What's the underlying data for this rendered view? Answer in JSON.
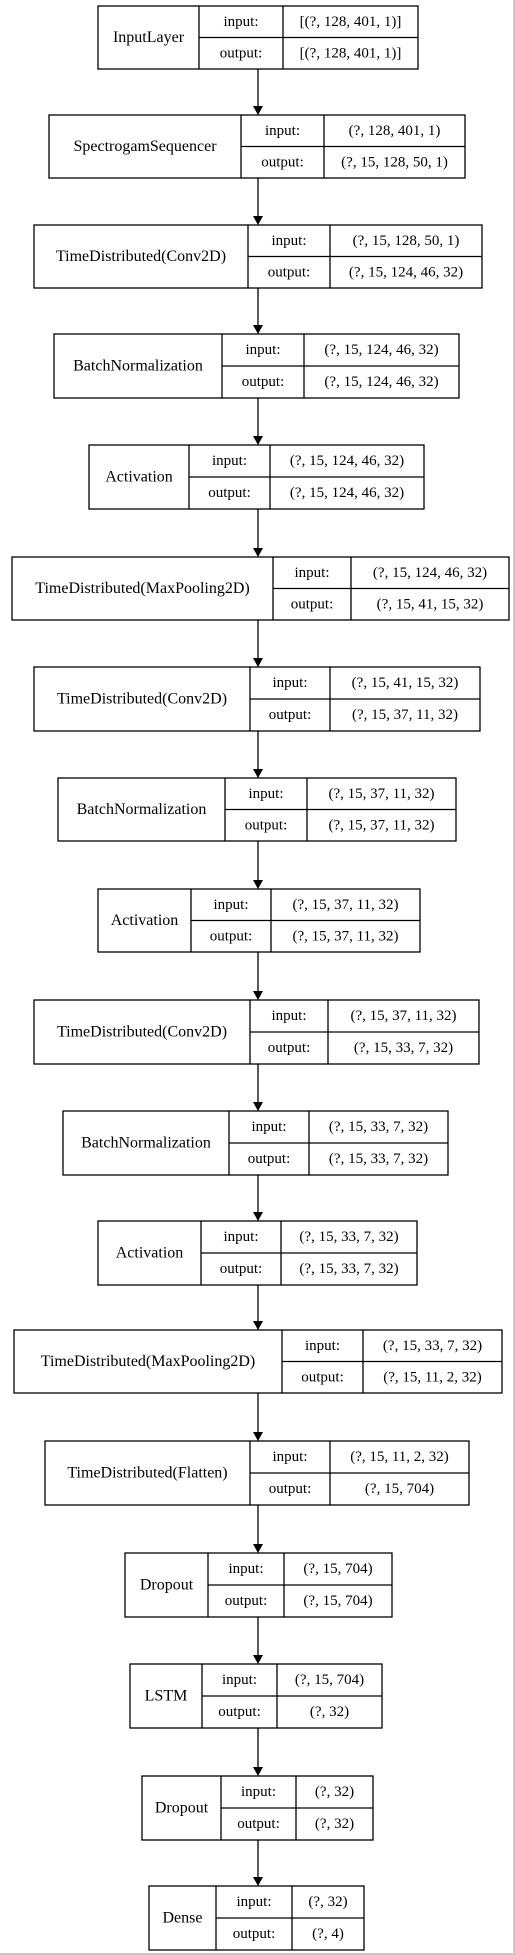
{
  "io_labels": {
    "input": "input:",
    "output": "output:"
  },
  "layers": [
    {
      "name": "InputLayer",
      "input": "[(?, 128, 401, 1)]",
      "output": "[(?, 128, 401, 1)]"
    },
    {
      "name": "SpectrogamSequencer",
      "input": "(?, 128, 401, 1)",
      "output": "(?, 15, 128, 50, 1)"
    },
    {
      "name": "TimeDistributed(Conv2D)",
      "input": "(?, 15, 128, 50, 1)",
      "output": "(?, 15, 124, 46, 32)"
    },
    {
      "name": "BatchNormalization",
      "input": "(?, 15, 124, 46, 32)",
      "output": "(?, 15, 124, 46, 32)"
    },
    {
      "name": "Activation",
      "input": "(?, 15, 124, 46, 32)",
      "output": "(?, 15, 124, 46, 32)"
    },
    {
      "name": "TimeDistributed(MaxPooling2D)",
      "input": "(?, 15, 124, 46, 32)",
      "output": "(?, 15, 41, 15, 32)"
    },
    {
      "name": "TimeDistributed(Conv2D)",
      "input": "(?, 15, 41, 15, 32)",
      "output": "(?, 15, 37, 11, 32)"
    },
    {
      "name": "BatchNormalization",
      "input": "(?, 15, 37, 11, 32)",
      "output": "(?, 15, 37, 11, 32)"
    },
    {
      "name": "Activation",
      "input": "(?, 15, 37, 11, 32)",
      "output": "(?, 15, 37, 11, 32)"
    },
    {
      "name": "TimeDistributed(Conv2D)",
      "input": "(?, 15, 37, 11, 32)",
      "output": "(?, 15, 33, 7, 32)"
    },
    {
      "name": "BatchNormalization",
      "input": "(?, 15, 33, 7, 32)",
      "output": "(?, 15, 33, 7, 32)"
    },
    {
      "name": "Activation",
      "input": "(?, 15, 33, 7, 32)",
      "output": "(?, 15, 33, 7, 32)"
    },
    {
      "name": "TimeDistributed(MaxPooling2D)",
      "input": "(?, 15, 33, 7, 32)",
      "output": "(?, 15, 11, 2, 32)"
    },
    {
      "name": "TimeDistributed(Flatten)",
      "input": "(?, 15, 11, 2, 32)",
      "output": "(?, 15, 704)"
    },
    {
      "name": "Dropout",
      "input": "(?, 15, 704)",
      "output": "(?, 15, 704)"
    },
    {
      "name": "LSTM",
      "input": "(?, 15, 704)",
      "output": "(?, 32)"
    },
    {
      "name": "Dropout",
      "input": "(?, 32)",
      "output": "(?, 32)"
    },
    {
      "name": "Dense",
      "input": "(?, 32)",
      "output": "(?, 4)"
    }
  ]
}
